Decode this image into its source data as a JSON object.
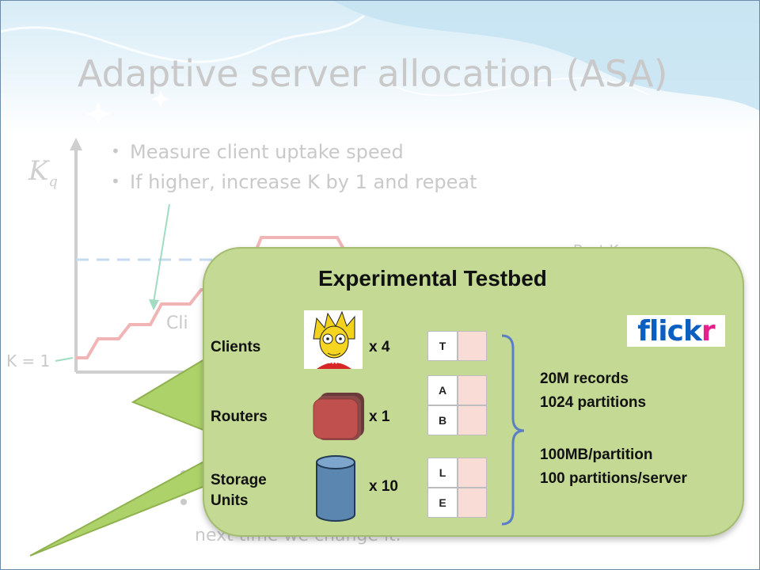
{
  "slide": {
    "title": "Adaptive server allocation (ASA)",
    "bullets": [
      "Measure client uptake speed",
      "If higher, increase K by 1 and repeat"
    ],
    "y_axis_symbol": "K",
    "y_axis_subscript": "q",
    "k_start_label": "K = 1",
    "clients_partial": "Cli",
    "best_k_partial": "Best K",
    "lower_text": "next time we change it."
  },
  "testbed": {
    "title": "Experimental Testbed",
    "rows": [
      {
        "label": "Clients",
        "count": "x 4",
        "icon": "cartoon-avatar-icon"
      },
      {
        "label": "Routers",
        "count": "x 1",
        "icon": "router-cube-icon"
      },
      {
        "label": "Storage Units",
        "count": "x 10",
        "icon": "storage-cylinder-icon"
      }
    ],
    "partitions": [
      "T",
      "A",
      "B",
      "L",
      "E"
    ],
    "logo": {
      "part1": "flick",
      "part2": "r"
    },
    "stats": [
      "20M records",
      "1024 partitions",
      "100MB/partition",
      "100 partitions/server"
    ]
  },
  "colors": {
    "panel_background": "#c3d994",
    "lightning": "#aed26a",
    "brace": "#5b7fc4",
    "cell_pink": "#fadcd6",
    "faded_text": "#c9c9c9"
  }
}
